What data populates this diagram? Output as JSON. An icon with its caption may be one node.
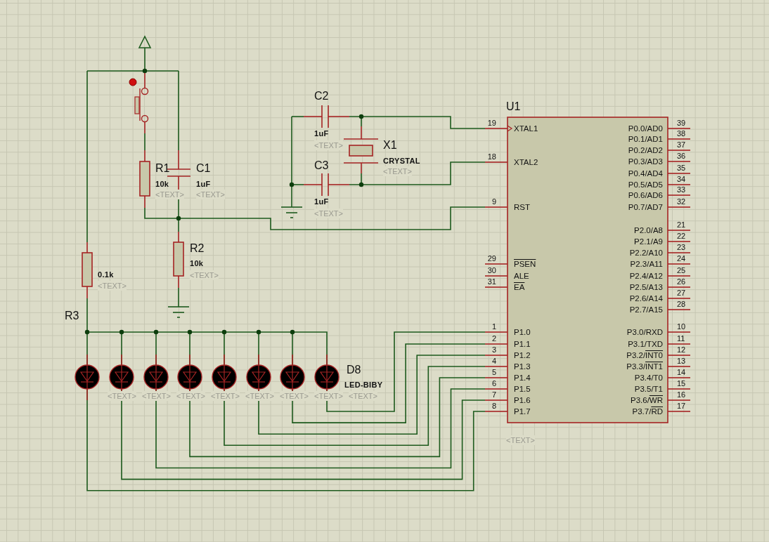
{
  "diagram": {
    "labels": [
      "C2",
      "1uF",
      "<TEXT>",
      "X1",
      "CRYSTAL",
      "<TEXT>",
      "C3",
      "1uF",
      "<TEXT>",
      "R1",
      "10k",
      "<TEXT>",
      "C1",
      "1uF",
      "<TEXT>",
      "R2",
      "10k",
      "0.1k",
      "<TEXT>",
      "<TEXT>",
      "R3",
      "D8",
      "LED-BIBY",
      "<TEXT>",
      "<TEXT>",
      "<TEXT>",
      "<TEXT>",
      "<TEXT>",
      "<TEXT>",
      "<TEXT>",
      "<TEXT>",
      "U1",
      "19",
      "XTAL1",
      "18",
      "XTAL2",
      "9",
      "RST",
      "29",
      "PSEN",
      "30",
      "ALE",
      "31",
      "EA",
      "1",
      "P1.0",
      "2",
      "P1.1",
      "3",
      "P1.2",
      "4",
      "P1.3",
      "5",
      "P1.4",
      "6",
      "P1.5",
      "7",
      "P1.6",
      "8",
      "P1.7",
      "P0.0/AD0",
      "39",
      "P0.1/AD1",
      "38",
      "P0.2/AD2",
      "37",
      "P0.3/AD3",
      "36",
      "P0.4/AD4",
      "35",
      "P0.5/AD5",
      "34",
      "P0.6/AD6",
      "33",
      "P0.7/AD7",
      "32",
      "P2.0/A8",
      "21",
      "P2.1/A9",
      "22",
      "P2.2/A10",
      "23",
      "P2.3/A11",
      "24",
      "P2.4/A12",
      "25",
      "P2.5/A13",
      "26",
      "P2.6/A14",
      "27",
      "P2.7/A15",
      "28",
      "P3.0/RXD",
      "10",
      "P3.1/TXD",
      "11",
      "P3.2/INT0",
      "12",
      "P3.3/INT1",
      "13",
      "P3.4/T0",
      "14",
      "P3.5/T1",
      "15",
      "P3.6/WR",
      "16",
      "P3.7/RD",
      "17",
      "<TEXT>"
    ]
  }
}
